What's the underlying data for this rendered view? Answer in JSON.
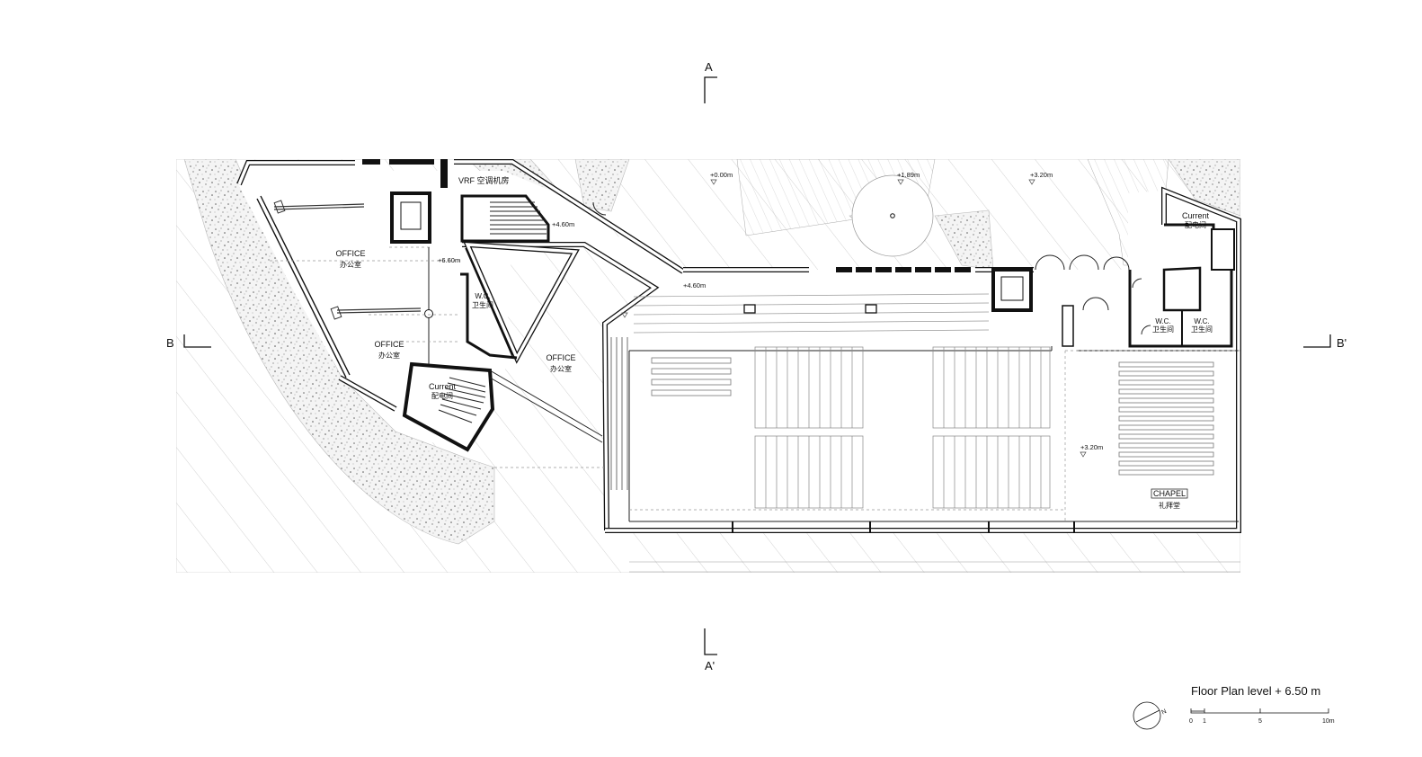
{
  "title": "Floor Plan level + 6.50 m",
  "section_marks": {
    "a_top": "A",
    "a_bottom": "A'",
    "b_left": "B",
    "b_right": "B'"
  },
  "rooms": {
    "vrf": "VRF 空调机房",
    "office_1_en": "OFFICE",
    "office_1_cn": "办公室",
    "office_2_en": "OFFICE",
    "office_2_cn": "办公室",
    "office_3_en": "OFFICE",
    "office_3_cn": "办公室",
    "current_1_en": "Current",
    "current_1_cn": "配电间",
    "current_2_en": "Current",
    "current_2_cn": "配电间",
    "wc_1_en": "W.C.",
    "wc_1_cn": "卫生间",
    "wc_2_en": "W.C.",
    "wc_2_cn": "卫生间",
    "wc_3_en": "W.C.",
    "wc_3_cn": "卫生间",
    "chapel_en": "CHAPEL",
    "chapel_cn": "礼拜堂"
  },
  "levels": {
    "l_000": "+0.00m",
    "l_189": "+1.89m",
    "l_320_top": "+3.20m",
    "l_460_stair": "+4.60m",
    "l_660": "+6.60m",
    "l_460_hall": "+4.60m",
    "l_320_chapel": "+3.20m"
  },
  "scale_bar": {
    "t0": "0",
    "t1": "1",
    "t5": "5",
    "t10": "10m"
  },
  "north_arrow": {
    "label": "N",
    "icon": "north-arrow-icon"
  },
  "colors": {
    "line": "#111111",
    "hatch": "#9a9a9a",
    "ground": "#cccccc"
  }
}
